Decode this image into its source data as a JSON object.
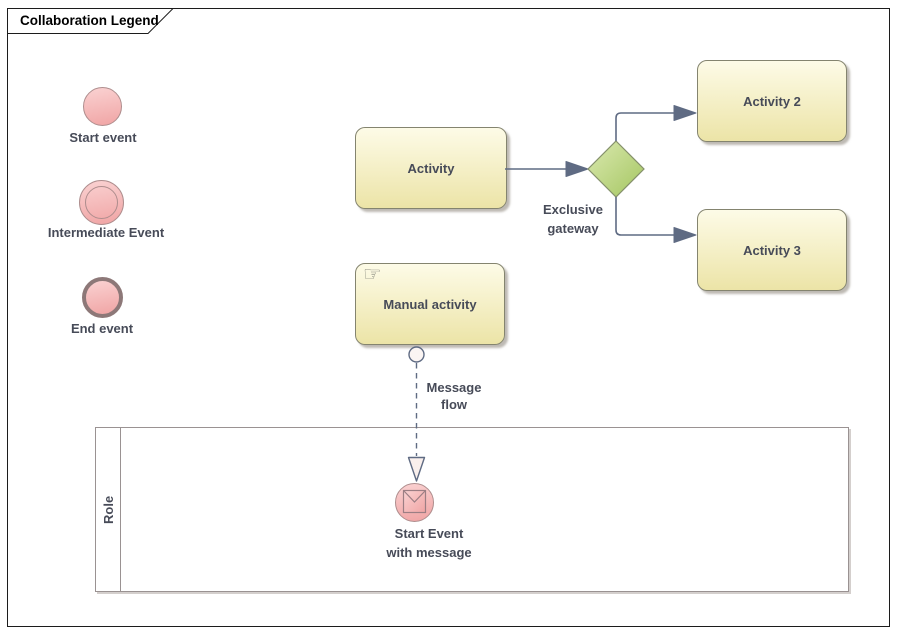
{
  "title": {
    "text": "Collaboration Legend"
  },
  "legend": {
    "start_event_label": "Start event",
    "intermediate_event_label": "Intermediate Event",
    "end_event_label": "End event"
  },
  "activities": {
    "activity": "Activity",
    "activity2": "Activity 2",
    "activity3": "Activity 3",
    "manual_activity": "Manual activity"
  },
  "gateway": {
    "line1": "Exclusive",
    "line2": "gateway"
  },
  "message_flow": {
    "line1": "Message",
    "line2": "flow"
  },
  "start_event_with_message": {
    "line1": "Start Event",
    "line2": "with message"
  },
  "lane": {
    "label": "Role"
  },
  "icons": {
    "manual_hand": "☞"
  },
  "colors": {
    "activity_fill_top": "#fdfbe7",
    "activity_fill_bottom": "#ece4a7",
    "activity_border": "#84846f",
    "event_fill_top": "#fad2d2",
    "event_fill_bottom": "#f0a4a4",
    "event_border": "#ae8d8d",
    "end_event_border": "#8d7878",
    "gateway_fill_top": "#dbe9b0",
    "gateway_fill_bottom": "#a4c661",
    "gateway_border": "#85906b",
    "connector": "#5f6b83",
    "label_text": "#474b58",
    "lane_border": "#9a9292",
    "envelope_stroke": "#9c7e84"
  }
}
